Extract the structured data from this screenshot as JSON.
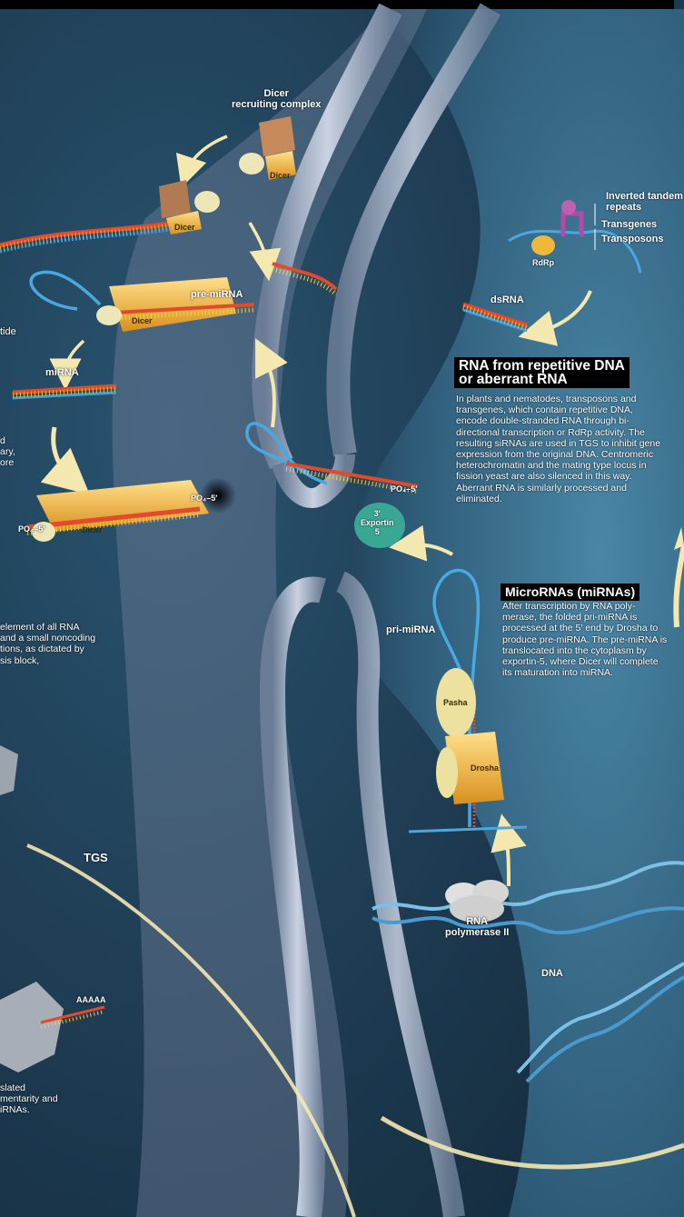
{
  "labels": {
    "dicer_complex": [
      "Dicer",
      "recruiting complex"
    ],
    "dicer": "Dicer",
    "pre_mirna": "pre-miRNA",
    "mirna": "miRNA",
    "po4": "PO₄–5′",
    "five_prime": "5′",
    "three_prime": "3′",
    "exportin": [
      "Exportin",
      "5"
    ],
    "pri_mirna": "pri-miRNA",
    "pasha": "Pasha",
    "drosha": "Drosha",
    "rna_pol": [
      "RNA",
      "polymerase II"
    ],
    "dna": "DNA",
    "dsrna": "dsRNA",
    "rdrp": "RdRp",
    "inverted": [
      "Inverted tandem",
      "repeats"
    ],
    "transgenes": "Transgenes",
    "transposons": "Transposons",
    "tgs": "TGS",
    "aaaaa": "AAAAA"
  },
  "fragments": {
    "tide": "tide",
    "ary": [
      "d",
      "ary,",
      "ore"
    ],
    "element": [
      "element of all RNA",
      "and a small noncoding",
      "tions, as dictated by",
      "sis block,"
    ],
    "translated": [
      "slated",
      "mentarity and",
      "iRNAs."
    ]
  },
  "sections": {
    "repetitive": {
      "title": [
        "RNA from repetitive DNA",
        "or aberrant RNA"
      ],
      "body": [
        "In plants and nematodes, transposons and",
        "transgenes, which contain repetitive DNA,",
        "encode double-stranded RNA through bi-",
        "directional transcription or RdRp activity. The",
        "resulting siRNAs are used in TGS to inhibit gene",
        "expression from the original DNA. Centromeric",
        "heterochromatin and the mating type locus in",
        "fission yeast are also silenced in this way.",
        "Aberrant RNA is similarly processed and",
        "eliminated."
      ]
    },
    "microrna": {
      "title": "MicroRNAs (miRNAs)",
      "body": [
        "After transcription by RNA poly-",
        "merase, the folded pri-miRNA is",
        "processed at the 5′ end by Drosha to",
        "produce pre-miRNA. The pre-miRNA is",
        "translocated into the cytoplasm by",
        "exportin-5, where Dicer will complete",
        "its maturation into miRNA."
      ]
    }
  },
  "colors": {
    "cytoplasm": "#1e3d55",
    "nucleus": "#3a6d8a",
    "membrane": "#b8c6d8",
    "dicer": "#f0b838",
    "exportin": "#38a894",
    "rna_loop": "#4aa8e0",
    "arrow": "#f4e8b0"
  }
}
